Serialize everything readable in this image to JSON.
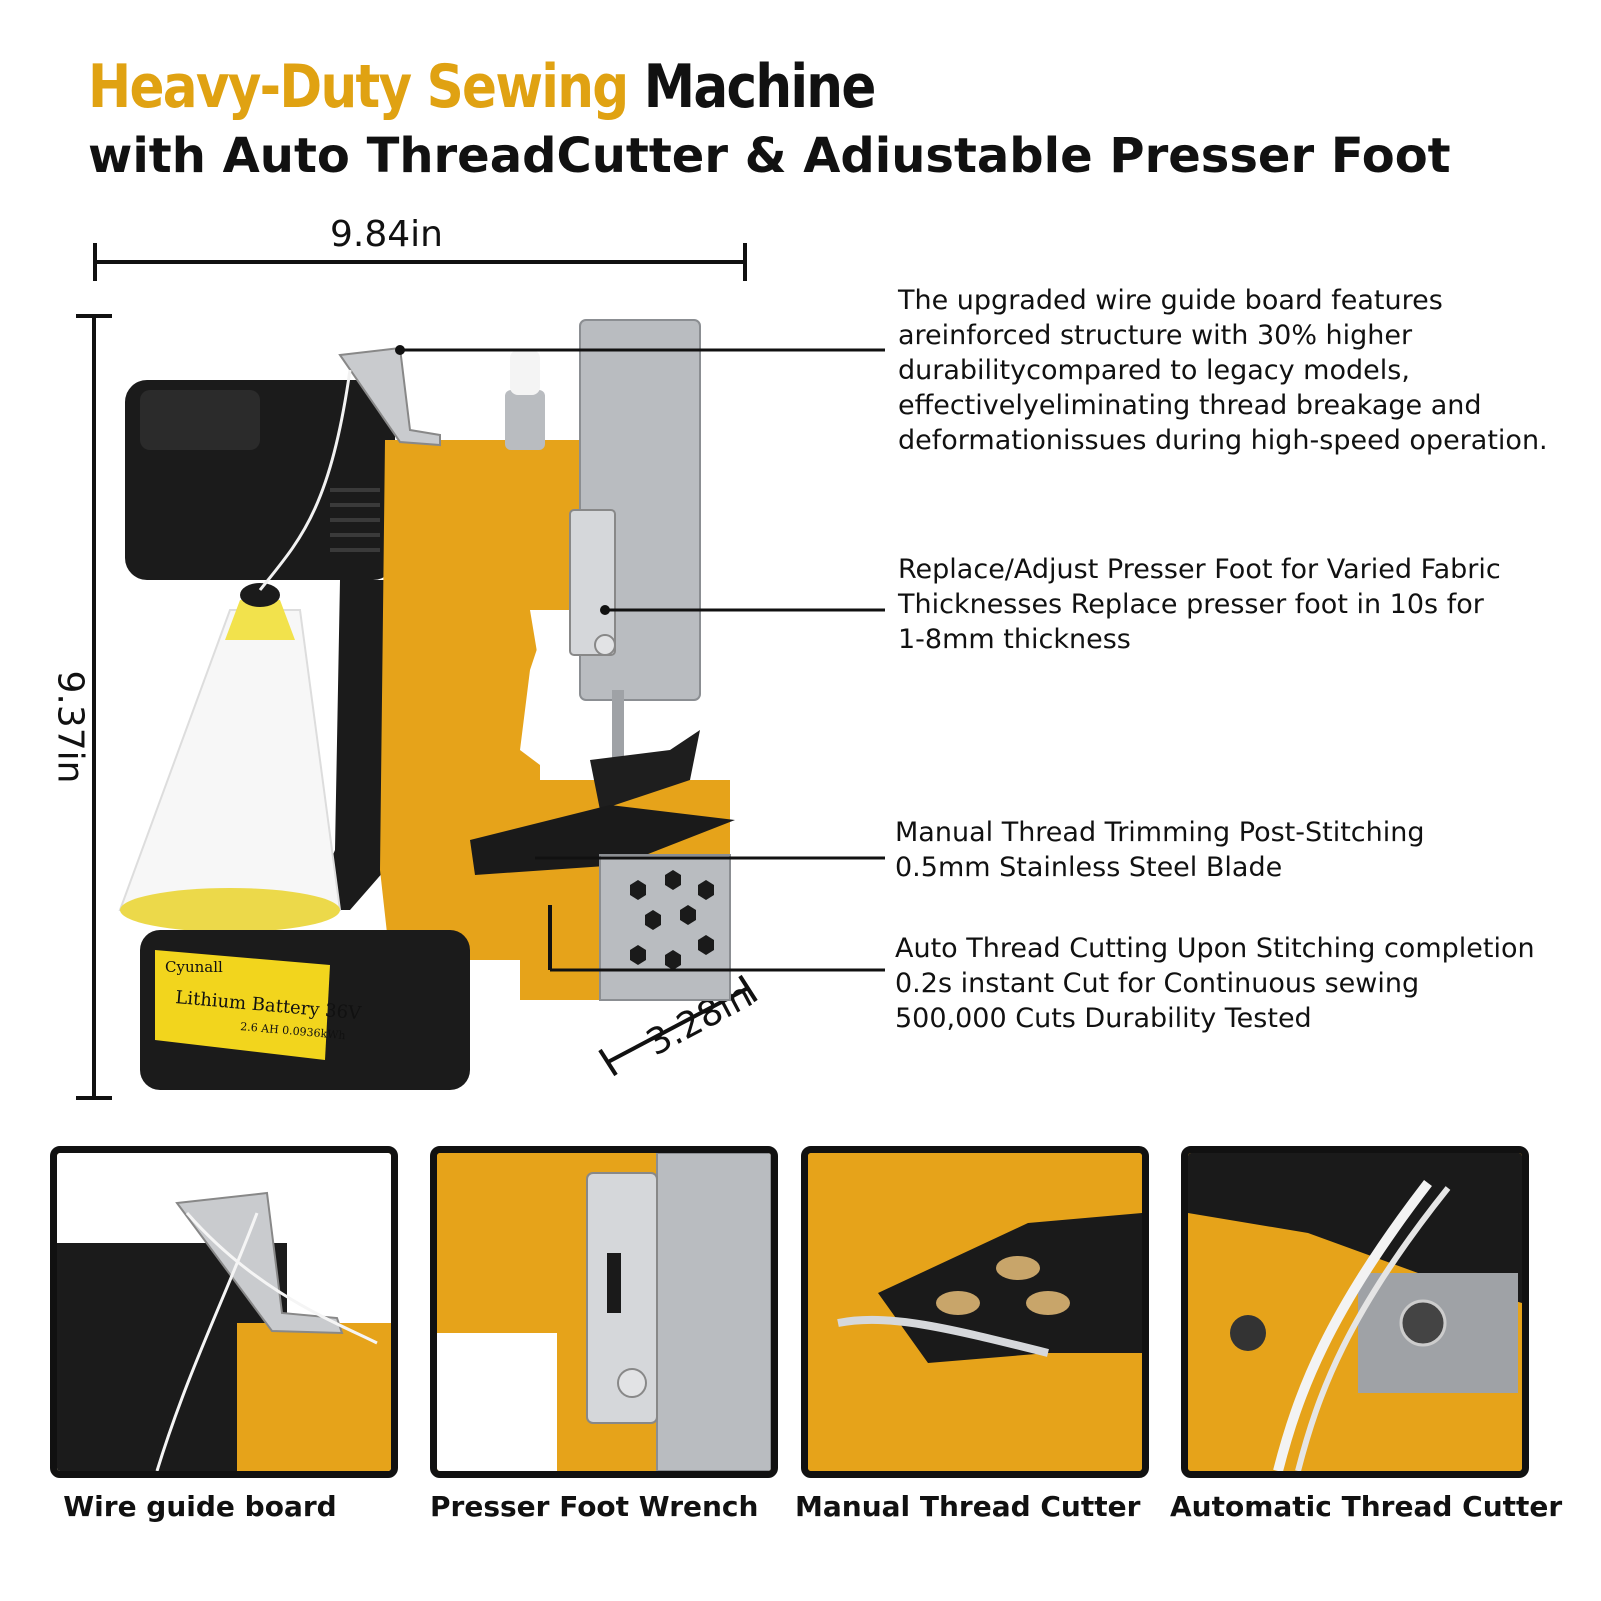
{
  "title": {
    "accent": "Heavy-Duty Sewing",
    "rest": "Machine",
    "subtitle": "with Auto ThreadCutter & Adiustable Presser Foot"
  },
  "dimensions": {
    "width": "9.84in",
    "height": "9.37in",
    "depth": "3.28in"
  },
  "battery": {
    "brand": "Cyunall",
    "label": "Lithium Battery 36V",
    "spec": "2.6 AH  0.0936kWh"
  },
  "callouts": [
    {
      "lines": [
        "The upgraded wire guide board features",
        "areinforced structure with 30% higher",
        "durabilitycompared to legacy models,",
        "effectivelyeliminating thread breakage and",
        "deformationissues during high-speed operation."
      ]
    },
    {
      "lines": [
        "Replace/Adjust Presser Foot for Varied Fabric",
        "Thicknesses Replace presser foot in 10s for",
        "1-8mm thickness"
      ]
    },
    {
      "lines": [
        "Manual Thread Trimming Post-Stitching",
        "0.5mm Stainless Steel Blade"
      ]
    },
    {
      "lines": [
        "Auto Thread Cutting Upon Stitching completion",
        "0.2s instant Cut for Continuous sewing",
        "500,000 Cuts Durability Tested"
      ]
    }
  ],
  "thumbnails": [
    {
      "label": "Wire guide board"
    },
    {
      "label": "Presser Foot Wrench"
    },
    {
      "label": "Manual Thread Cutter"
    },
    {
      "label": "Automatic Thread Cutter"
    }
  ],
  "colors": {
    "accent": "#e0a212",
    "machine_yellow": "#e6a31a",
    "motor_black": "#1a1a1a",
    "steel": "#b9bcc0"
  }
}
